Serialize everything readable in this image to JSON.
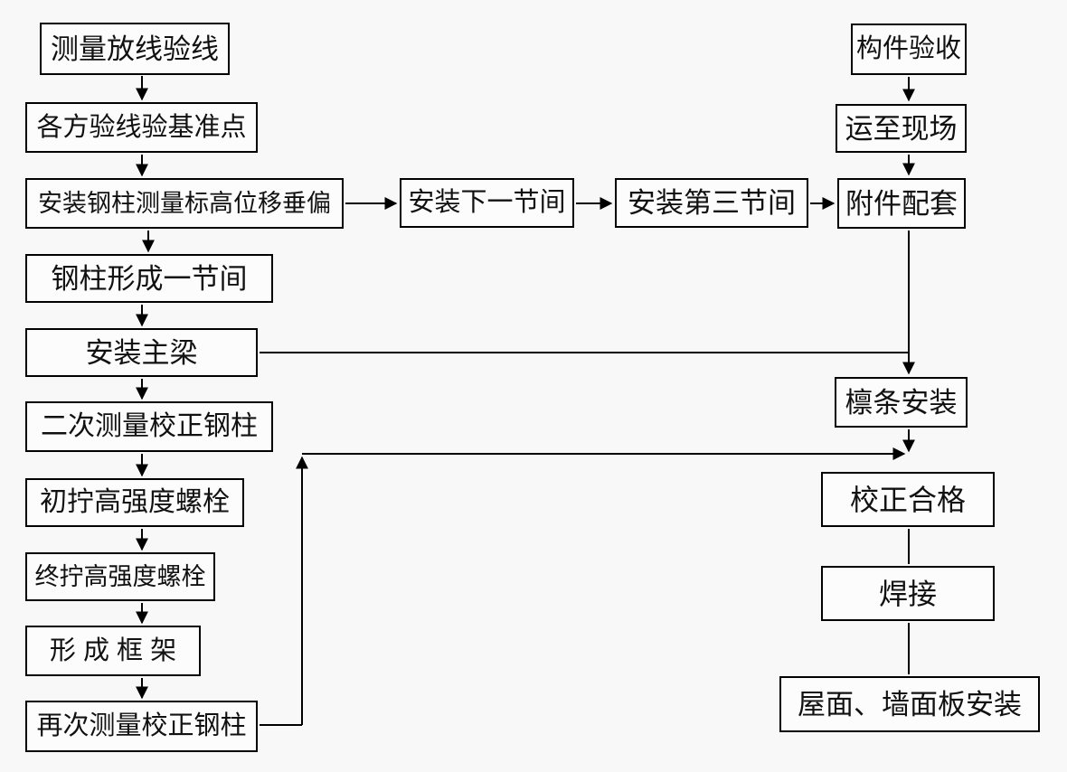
{
  "diagram": {
    "background_color": "#f8f8f8",
    "line_color": "#000000",
    "box_border_color": "#000000",
    "nodes": {
      "n1": {
        "label": "测量放线验线"
      },
      "n2": {
        "label": "各方验线验基准点"
      },
      "n3": {
        "label": "安装钢柱测量标高位移垂偏"
      },
      "n4": {
        "label": "钢柱形成一节间"
      },
      "n5": {
        "label": "安装主梁"
      },
      "n6": {
        "label": "二次测量校正钢柱"
      },
      "n7": {
        "label": "初拧高强度螺栓"
      },
      "n8": {
        "label": "终拧高强度螺栓"
      },
      "n9": {
        "label": "形 成 框 架"
      },
      "n10": {
        "label": "再次测量校正钢柱"
      },
      "m1": {
        "label": "安装下一节间"
      },
      "m2": {
        "label": "安装第三节间"
      },
      "r1": {
        "label": "构件验收"
      },
      "r2": {
        "label": "运至现场"
      },
      "r3": {
        "label": "附件配套"
      },
      "r4": {
        "label": "檩条安装"
      },
      "r5": {
        "label": "校正合格"
      },
      "r6": {
        "label": "焊接"
      },
      "r7": {
        "label": "屋面、墙面板安装"
      }
    },
    "edges": [
      {
        "from": "测量放线验线",
        "to": "各方验线验基准点",
        "arrow": true
      },
      {
        "from": "各方验线验基准点",
        "to": "安装钢柱测量标高位移垂偏",
        "arrow": true
      },
      {
        "from": "安装钢柱测量标高位移垂偏",
        "to": "钢柱形成一节间",
        "arrow": true
      },
      {
        "from": "安装钢柱测量标高位移垂偏",
        "to": "安装下一节间",
        "arrow": true
      },
      {
        "from": "安装下一节间",
        "to": "安装第三节间",
        "arrow": true
      },
      {
        "from": "安装第三节间",
        "to": "附件配套",
        "arrow": true
      },
      {
        "from": "钢柱形成一节间",
        "to": "安装主梁",
        "arrow": true
      },
      {
        "from": "安装主梁",
        "to": "二次测量校正钢柱",
        "arrow": true
      },
      {
        "from": "安装主梁",
        "to": "檩条安装",
        "arrow": true,
        "note": "merges into 附件配套→檩条安装 line"
      },
      {
        "from": "二次测量校正钢柱",
        "to": "初拧高强度螺栓",
        "arrow": true
      },
      {
        "from": "初拧高强度螺栓",
        "to": "终拧高强度螺栓",
        "arrow": true
      },
      {
        "from": "终拧高强度螺栓",
        "to": "形 成 框 架",
        "arrow": true
      },
      {
        "from": "形 成 框 架",
        "to": "再次测量校正钢柱",
        "arrow": true
      },
      {
        "from": "再次测量校正钢柱",
        "to": "校正合格",
        "arrow": true,
        "note": "feedback loop right then up then right to junction above 校正合格"
      },
      {
        "from": "构件验收",
        "to": "运至现场",
        "arrow": true
      },
      {
        "from": "运至现场",
        "to": "附件配套",
        "arrow": true
      },
      {
        "from": "附件配套",
        "to": "檩条安装",
        "arrow": true
      },
      {
        "from": "檩条安装",
        "to": "校正合格",
        "arrow": true
      },
      {
        "from": "校正合格",
        "to": "焊接",
        "arrow": false
      },
      {
        "from": "焊接",
        "to": "屋面、墙面板安装",
        "arrow": false
      }
    ]
  }
}
